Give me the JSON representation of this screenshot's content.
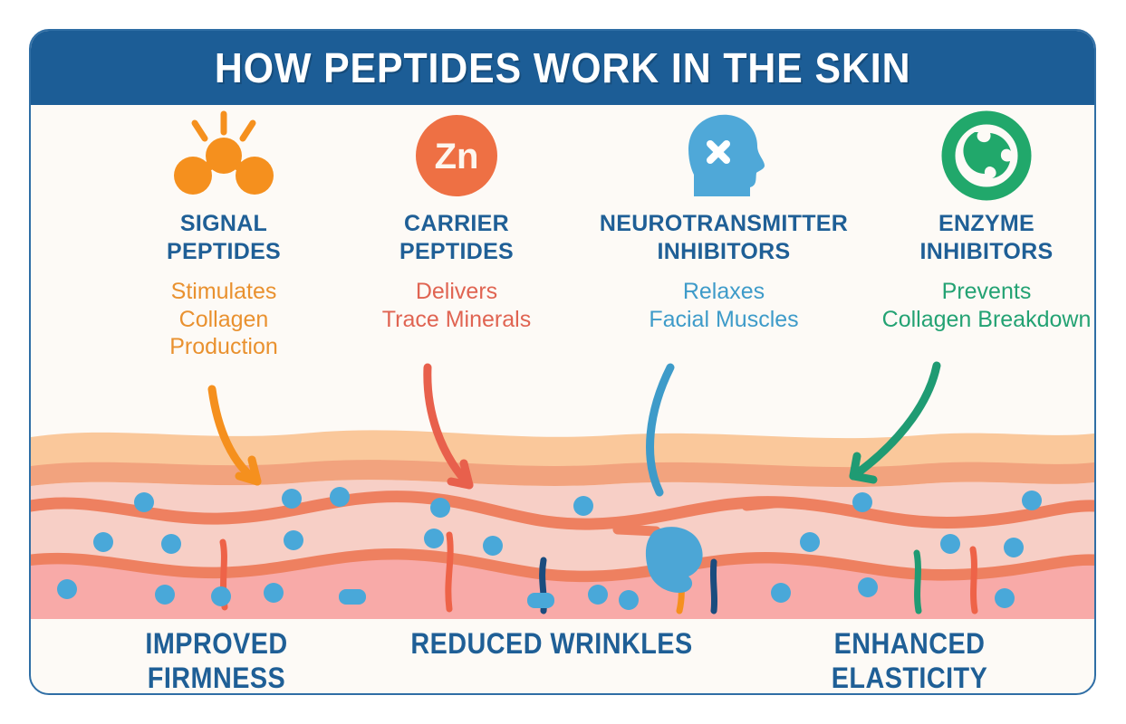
{
  "header": {
    "title": "HOW PEPTIDES WORK IN THE SKIN"
  },
  "colors": {
    "header_blue": "#1c5d96",
    "label_blue": "#1f5f96",
    "card_bg": "#fdfaf6",
    "card_border": "#2f6ea5",
    "signal_orange": "#F5901E",
    "carrier_red": "#E8604C",
    "neuro_blue": "#4FA8D8",
    "enzyme_green": "#20A униf"
  },
  "columns": [
    {
      "icon": "signal-molecule-icon",
      "icon_color": "#F5901E",
      "title": "SIGNAL\nPEPTIDES",
      "desc": "Stimulates\nCollagen\nProduction",
      "desc_color": "#E9912F"
    },
    {
      "icon": "zinc-circle-icon",
      "icon_color": "#EE7044",
      "icon_text": "Zn",
      "title": "CARRIER\nPEPTIDES",
      "desc": "Delivers\nTrace Minerals",
      "desc_color": "#E06452"
    },
    {
      "icon": "head-profile-x-icon",
      "icon_color": "#4FA8D8",
      "title": "NEUROTRANSMITTER\nINHIBITORS",
      "desc": "Relaxes\nFacial Muscles",
      "desc_color": "#3E9BC9"
    },
    {
      "icon": "enzyme-ring-icon",
      "icon_color": "#21A86B",
      "title": "ENZYME\nINHIBITORS",
      "desc": "Prevents\nCollagen Breakdown",
      "desc_color": "#23A273"
    }
  ],
  "arrows": [
    {
      "name": "signal-arrow",
      "color": "#F5901E"
    },
    {
      "name": "carrier-arrow",
      "color": "#E8604C"
    },
    {
      "name": "neurotransmitter-arrow",
      "color": "#3E9BC9"
    },
    {
      "name": "enzyme-arrow",
      "color": "#1F9B73"
    }
  ],
  "skin": {
    "epidermis_color": "#FAC89B",
    "epidermis_line_color": "#F2A37E",
    "dermis_color": "#F7CFC6",
    "dermis_line_color": "#EE8060",
    "hypodermis_color": "#F8AAA8",
    "cell_color": "#49A8D9",
    "muscle_color": "#4CA6D6"
  },
  "outcomes": [
    {
      "label": "IMPROVED\nFIRMNESS"
    },
    {
      "label": "REDUCED WRINKLES"
    },
    {
      "label": "ENHANCED\nELASTICITY"
    }
  ]
}
